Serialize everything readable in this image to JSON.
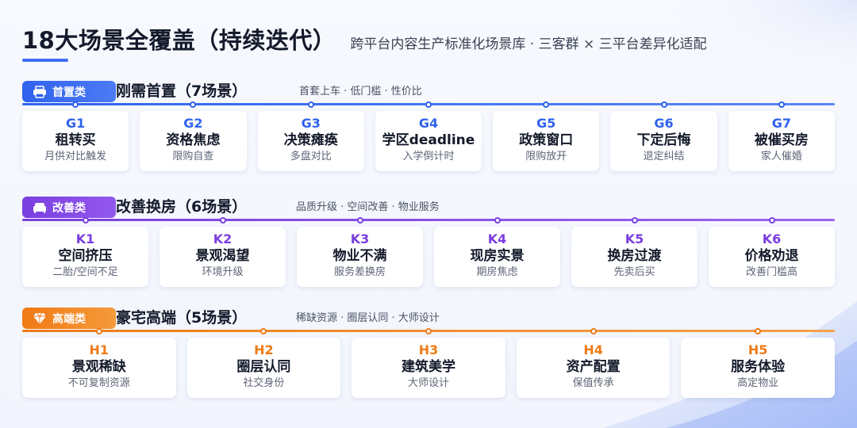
{
  "header": {
    "title": "18大场景全覆盖（持续迭代）",
    "subtitle": "跨平台内容生产标准化场景库 · 三客群 × 三平台差异化适配"
  },
  "colors": {
    "blue": "#2f62ee",
    "purple": "#7a3fe0",
    "orange": "#f07a16"
  },
  "sections": [
    {
      "tag": "首置类",
      "title": "刚需首置（7场景）",
      "note": "首套上车 · 低门槛 · 性价比",
      "icon": "printer-icon",
      "cards": [
        {
          "code": "G1",
          "name": "租转买",
          "desc": "月供对比触发"
        },
        {
          "code": "G2",
          "name": "资格焦虑",
          "desc": "限购自查"
        },
        {
          "code": "G3",
          "name": "决策瘫痪",
          "desc": "多盘对比"
        },
        {
          "code": "G4",
          "name": "学区deadline",
          "desc": "入学倒计时"
        },
        {
          "code": "G5",
          "name": "政策窗口",
          "desc": "限购放开"
        },
        {
          "code": "G6",
          "name": "下定后悔",
          "desc": "退定纠结"
        },
        {
          "code": "G7",
          "name": "被催买房",
          "desc": "家人催婚"
        }
      ]
    },
    {
      "tag": "改善类",
      "title": "改善换房（6场景）",
      "note": "品质升级 · 空间改善 · 物业服务",
      "icon": "sofa-icon",
      "cards": [
        {
          "code": "K1",
          "name": "空间挤压",
          "desc": "二胎/空间不足"
        },
        {
          "code": "K2",
          "name": "景观渴望",
          "desc": "环境升级"
        },
        {
          "code": "K3",
          "name": "物业不满",
          "desc": "服务差换房"
        },
        {
          "code": "K4",
          "name": "现房实景",
          "desc": "期房焦虑"
        },
        {
          "code": "K5",
          "name": "换房过渡",
          "desc": "先卖后买"
        },
        {
          "code": "K6",
          "name": "价格劝退",
          "desc": "改善门槛高"
        }
      ]
    },
    {
      "tag": "高端类",
      "title": "豪宅高端（5场景）",
      "note": "稀缺资源 · 圈层认同 · 大师设计",
      "icon": "diamond-icon",
      "cards": [
        {
          "code": "H1",
          "name": "景观稀缺",
          "desc": "不可复制资源"
        },
        {
          "code": "H2",
          "name": "圈层认同",
          "desc": "社交身份"
        },
        {
          "code": "H3",
          "name": "建筑美学",
          "desc": "大师设计"
        },
        {
          "code": "H4",
          "name": "资产配置",
          "desc": "保值传承"
        },
        {
          "code": "H5",
          "name": "服务体验",
          "desc": "高定物业"
        }
      ]
    }
  ]
}
